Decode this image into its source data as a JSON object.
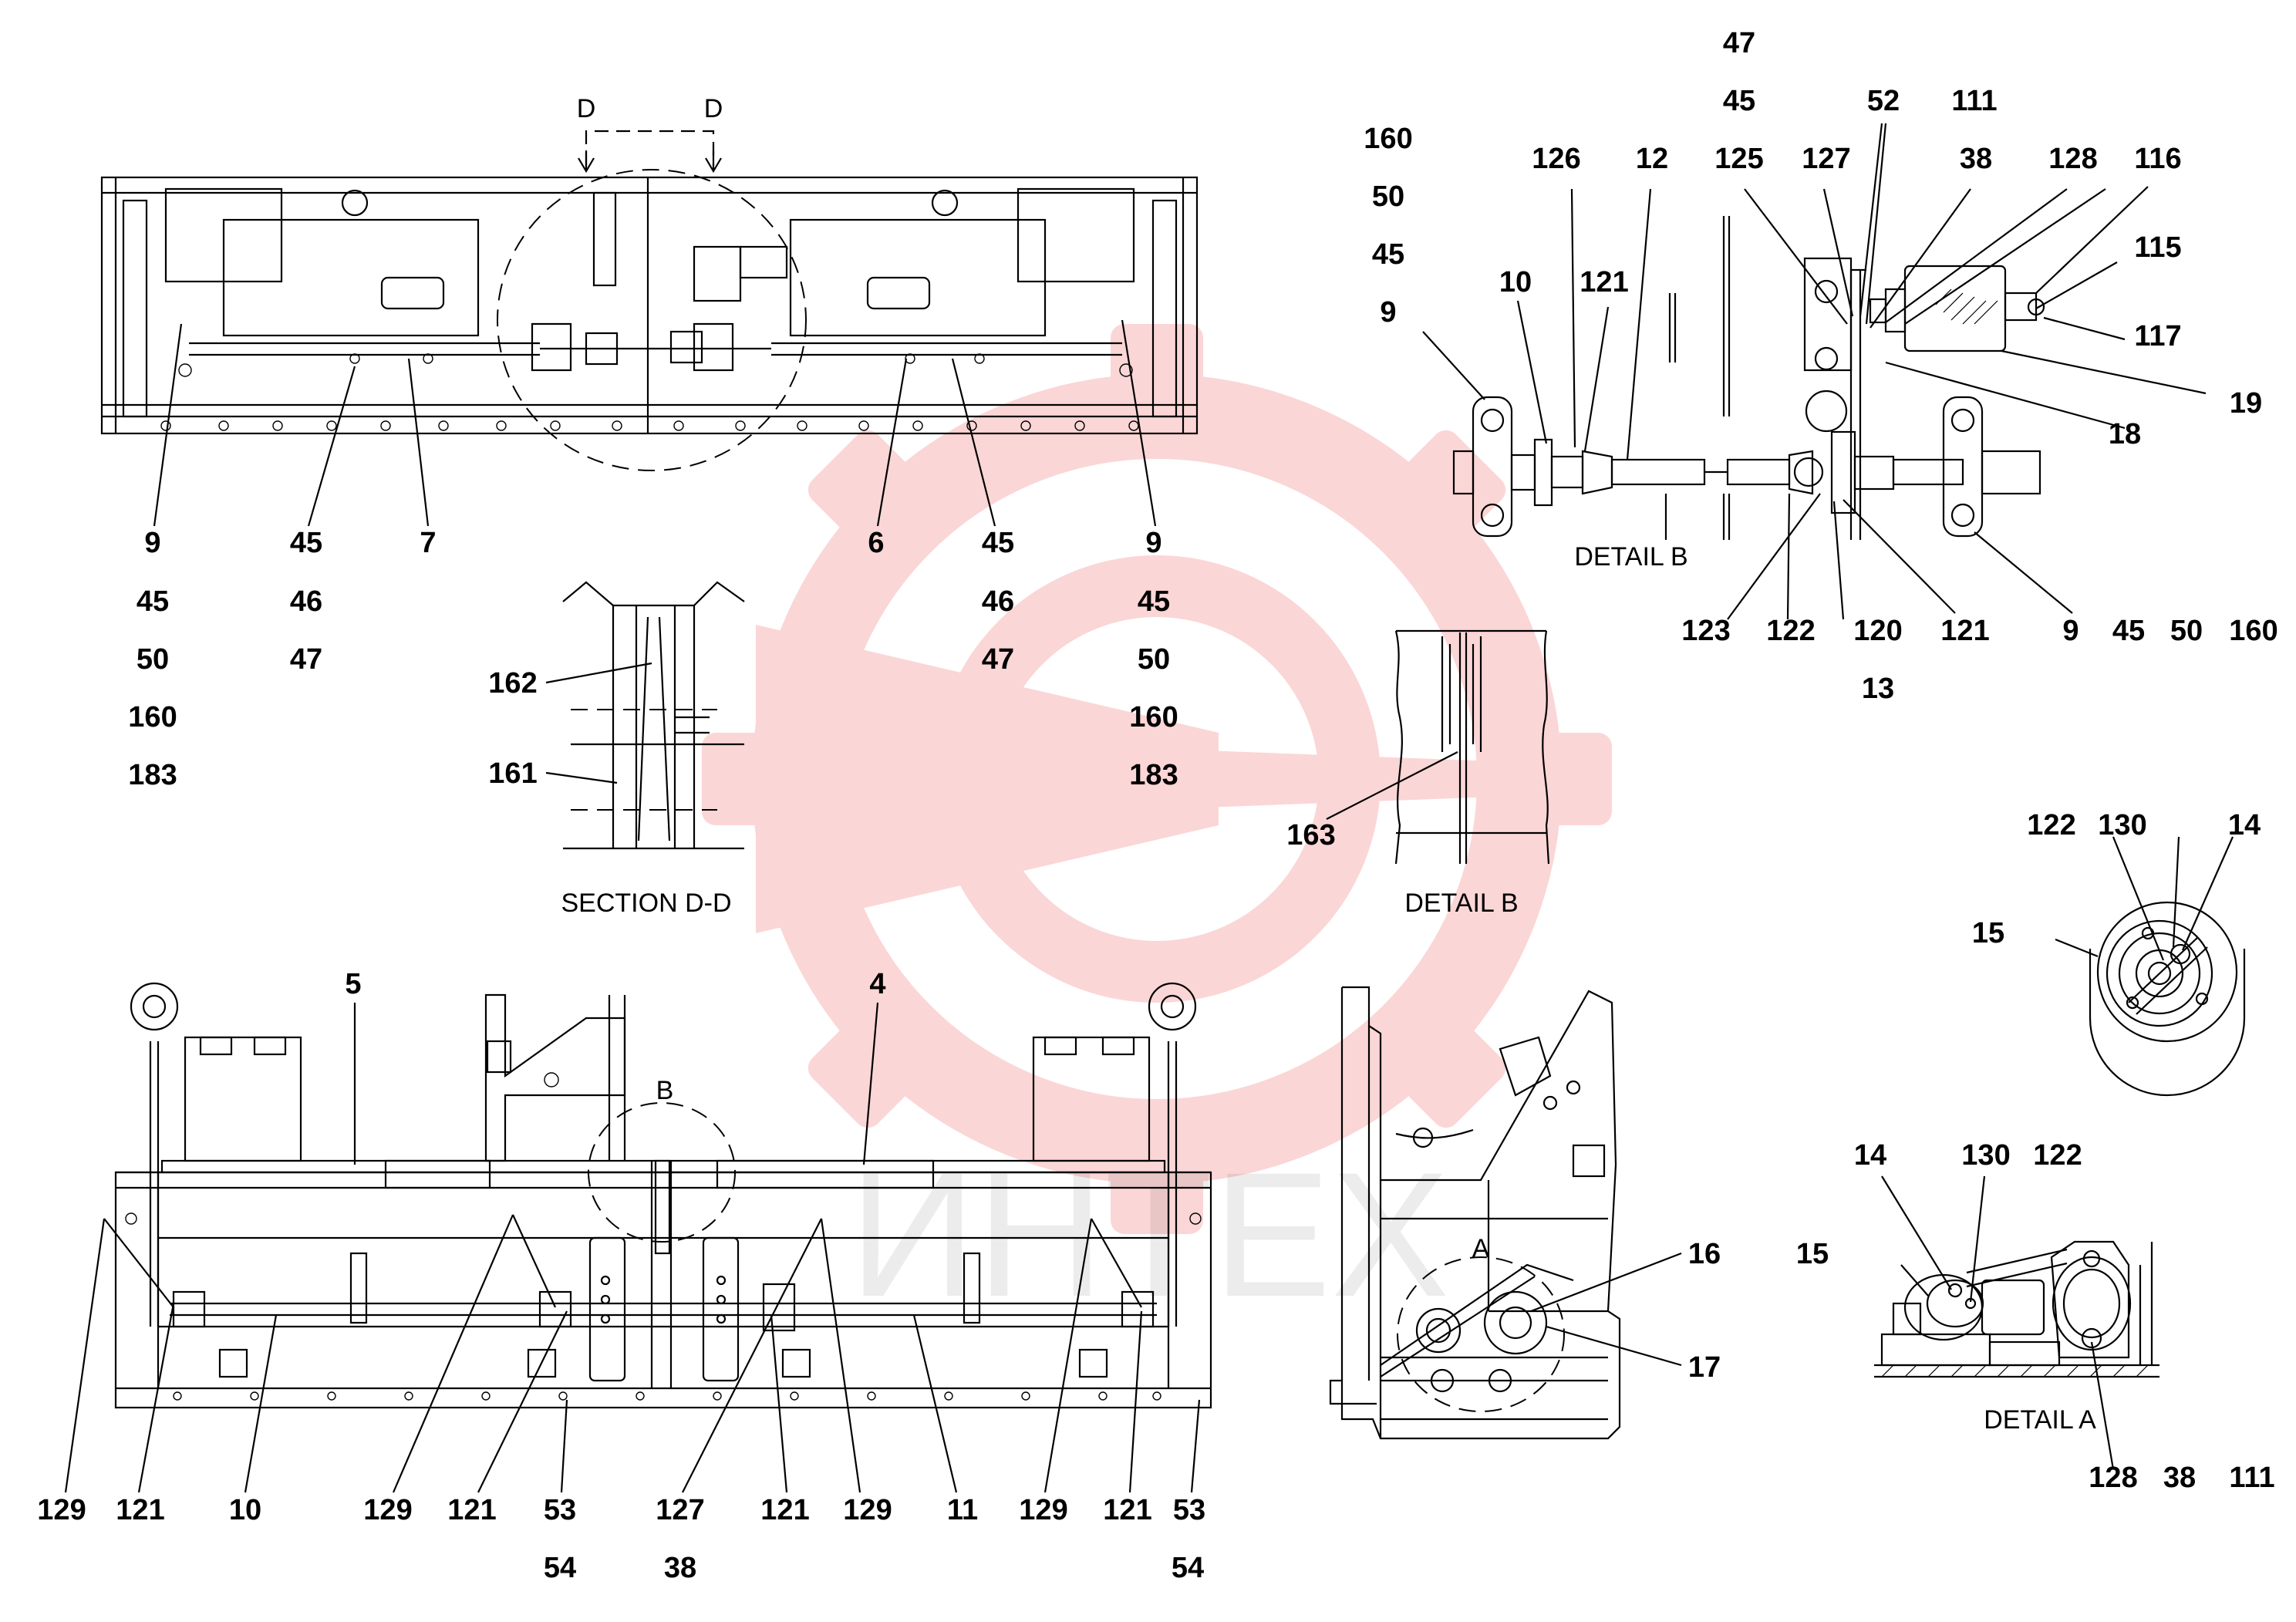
{
  "views": {
    "top": {
      "section_marks": [
        "D",
        "D"
      ],
      "callouts": {
        "left": [
          "9",
          "45",
          "50",
          "160",
          "183"
        ],
        "c45": [
          "45",
          "46",
          "47"
        ],
        "c7": "7",
        "c6": "6",
        "c45b": [
          "45",
          "46",
          "47"
        ],
        "right": [
          "9",
          "45",
          "50",
          "160",
          "183"
        ]
      }
    },
    "section_dd": {
      "caption": "SECTION D-D",
      "callouts": [
        "162",
        "161"
      ]
    },
    "detail_b_top": {
      "caption": "DETAIL B",
      "callouts": {
        "stack_left": [
          "160",
          "50",
          "45",
          "9"
        ],
        "stack_top": [
          "47",
          "45"
        ],
        "c126": "126",
        "c12": "12",
        "c10": "10",
        "c121a": "121",
        "c125": "125",
        "c127": "127",
        "c52": "52",
        "c111": "111",
        "c38": "38",
        "c128": "128",
        "c116": "116",
        "c115": "115",
        "c117": "117",
        "c19": "19",
        "c18": "18",
        "bottom": [
          "123",
          "122",
          "120",
          "121"
        ],
        "c13": "13",
        "bottom_right": [
          "9",
          "45",
          "50",
          "160"
        ]
      }
    },
    "detail_b_small": {
      "caption": "DETAIL B",
      "callouts": [
        "163"
      ]
    },
    "round_view": {
      "callouts": [
        "122",
        "130",
        "14",
        "15"
      ]
    },
    "front": {
      "callouts_top": [
        "5",
        "4"
      ],
      "circle_mark": "B",
      "callouts_bottom": [
        "129",
        "121",
        "10",
        "129",
        "121",
        "53",
        "127",
        "121",
        "129",
        "11",
        "129",
        "121",
        "53"
      ],
      "callouts_sub": [
        "54",
        "38",
        "54"
      ]
    },
    "side": {
      "circle_mark": "A",
      "callouts": [
        "16",
        "17"
      ]
    },
    "detail_a": {
      "caption": "DETAIL A",
      "callouts_top": [
        "14",
        "130",
        "122",
        "15"
      ],
      "callouts_bottom": [
        "128",
        "38",
        "111"
      ]
    }
  },
  "watermark": {
    "text": "ИНТЕХ",
    "color": "#f04848"
  }
}
